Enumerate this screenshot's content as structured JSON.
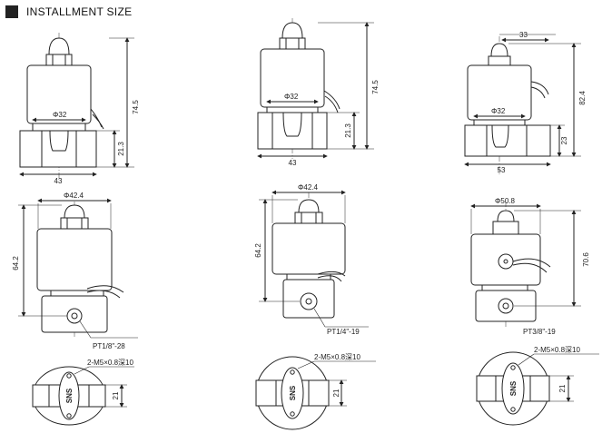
{
  "header": {
    "title": "INSTALLMENT SIZE"
  },
  "colors": {
    "ink": "#222222",
    "centerline": "#555555",
    "background": "#ffffff"
  },
  "views": [
    {
      "id": "a",
      "dia": "Φ32",
      "height": "74.5",
      "body_h": "21.3",
      "width": "43"
    },
    {
      "id": "b",
      "dia": "Φ32",
      "height": "74.5",
      "body_h": "21.3",
      "width": "43"
    },
    {
      "id": "c",
      "dia": "Φ32",
      "height": "82.4",
      "body_h": "23",
      "width": "53",
      "top": "33"
    },
    {
      "id": "d",
      "dia": "Φ42.4",
      "height": "64.2",
      "port": "PT1/8\"-28"
    },
    {
      "id": "e",
      "dia": "Φ42.4",
      "height": "64.2",
      "port": "PT1/4\"-19"
    },
    {
      "id": "f",
      "dia": "Φ50.8",
      "height": "70.6",
      "port": "PT3/8\"-19"
    }
  ],
  "bottom_views": [
    {
      "id": "g",
      "screw": "2-M5×0.8深10",
      "dim": "21",
      "brand": "SNS"
    },
    {
      "id": "h",
      "screw": "2-M5×0.8深10",
      "dim": "21",
      "brand": "SNS"
    },
    {
      "id": "i",
      "screw": "2-M5×0.8深10",
      "dim": "21",
      "brand": "SNS"
    }
  ]
}
